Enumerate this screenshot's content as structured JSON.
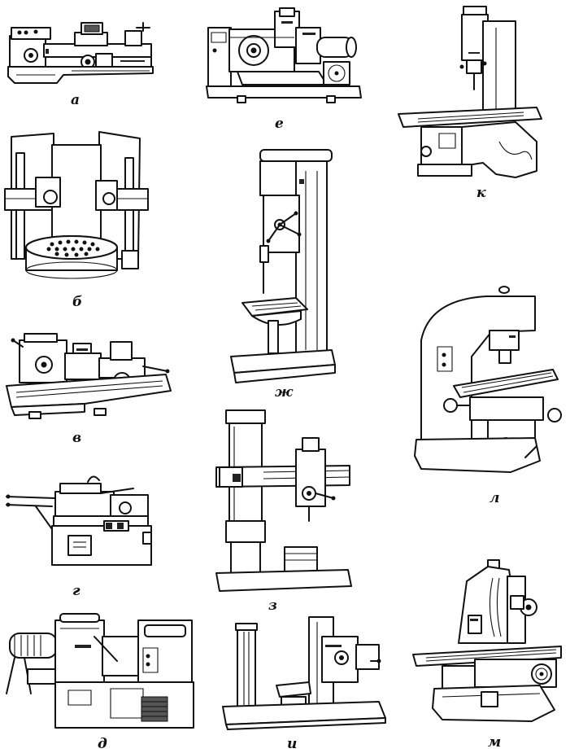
{
  "figure": {
    "labels": {
      "a": "а",
      "b": "б",
      "v": "в",
      "g": "г",
      "d": "д",
      "e": "е",
      "zh": "ж",
      "z": "з",
      "i": "и",
      "k": "к",
      "l": "л",
      "m": "м"
    }
  }
}
